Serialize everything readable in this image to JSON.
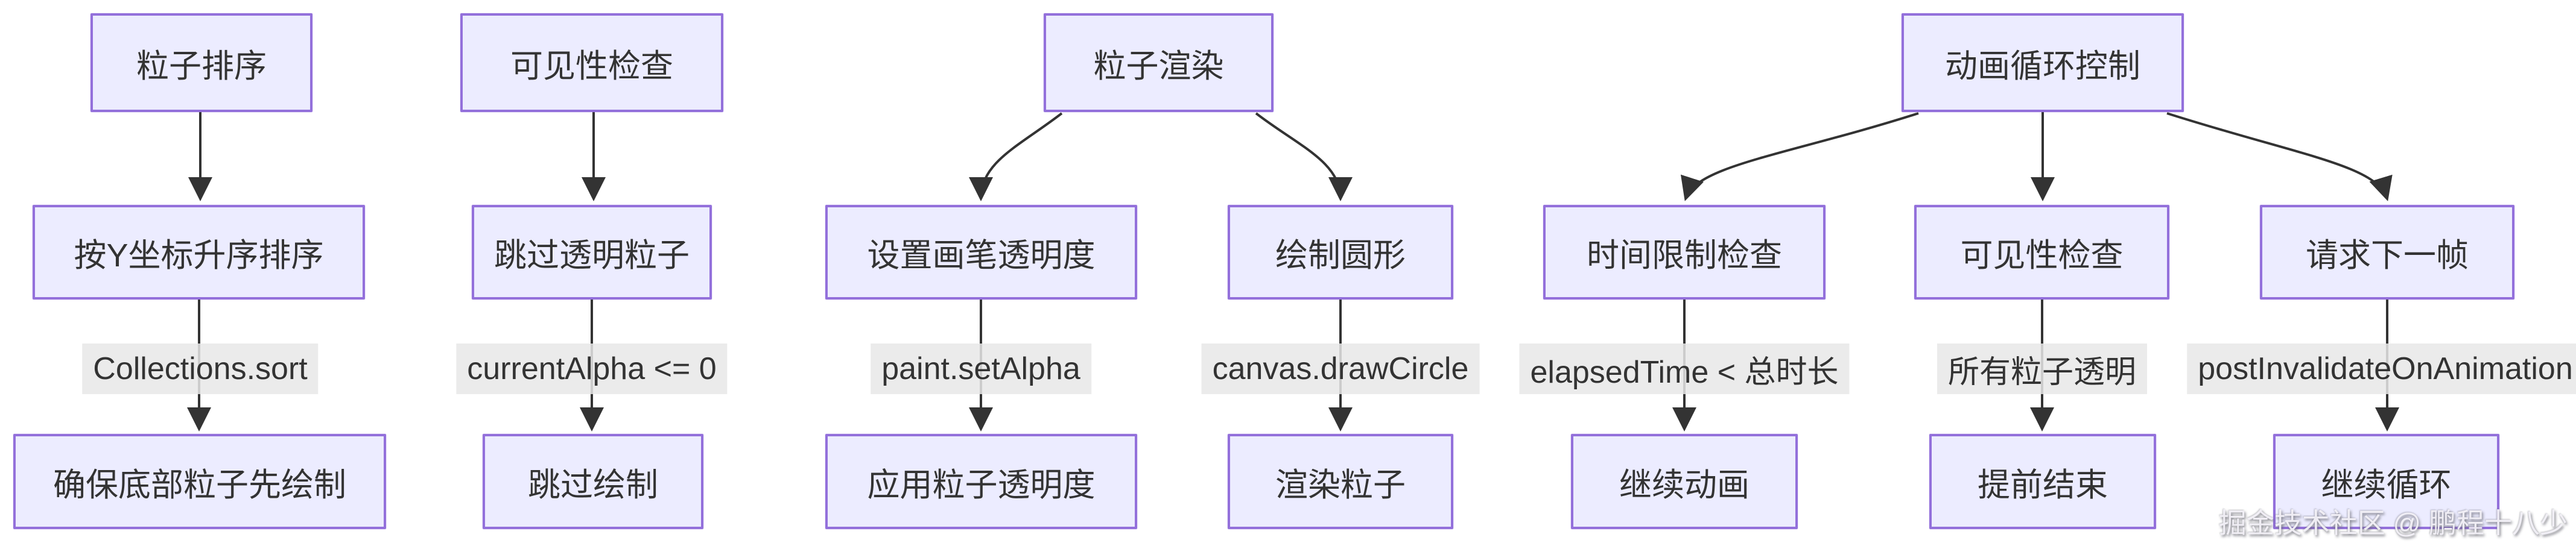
{
  "diagram": {
    "type": "flowchart",
    "direction": "top-down",
    "colors": {
      "node_fill": "#ececff",
      "node_border": "#9370db",
      "node_text": "#333333",
      "edge_line": "#333333",
      "edge_label_bg": "#e8e8e8",
      "edge_label_text": "#333333",
      "background": "#ffffff"
    },
    "nodes": [
      {
        "id": "particle-sorting",
        "label": "粒子排序"
      },
      {
        "id": "sort-by-y-ascending",
        "label": "按Y坐标升序排序"
      },
      {
        "id": "ensure-bottom-particles-drawn-first",
        "label": "确保底部粒子先绘制"
      },
      {
        "id": "visibility-check",
        "label": "可见性检查"
      },
      {
        "id": "skip-transparent-particles",
        "label": "跳过透明粒子"
      },
      {
        "id": "skip-drawing",
        "label": "跳过绘制"
      },
      {
        "id": "particle-rendering",
        "label": "粒子渲染"
      },
      {
        "id": "set-paint-alpha",
        "label": "设置画笔透明度"
      },
      {
        "id": "apply-particle-alpha",
        "label": "应用粒子透明度"
      },
      {
        "id": "draw-circle",
        "label": "绘制圆形"
      },
      {
        "id": "render-particle",
        "label": "渲染粒子"
      },
      {
        "id": "animation-loop-control",
        "label": "动画循环控制"
      },
      {
        "id": "time-limit-check",
        "label": "时间限制检查"
      },
      {
        "id": "continue-animation",
        "label": "继续动画"
      },
      {
        "id": "visibility-check-2",
        "label": "可见性检查"
      },
      {
        "id": "end-early",
        "label": "提前结束"
      },
      {
        "id": "request-next-frame",
        "label": "请求下一帧"
      },
      {
        "id": "continue-loop",
        "label": "继续循环"
      }
    ],
    "edge_labels": [
      "Collections.sort",
      "currentAlpha <= 0",
      "paint.setAlpha",
      "canvas.drawCircle",
      "elapsedTime < 总时长",
      "所有粒子透明",
      "postInvalidateOnAnimation"
    ],
    "edges": [
      {
        "from": "粒子排序",
        "to": "按Y坐标升序排序",
        "label": ""
      },
      {
        "from": "按Y坐标升序排序",
        "to": "确保底部粒子先绘制",
        "label": "Collections.sort"
      },
      {
        "from": "可见性检查",
        "to": "跳过透明粒子",
        "label": ""
      },
      {
        "from": "跳过透明粒子",
        "to": "跳过绘制",
        "label": "currentAlpha <= 0"
      },
      {
        "from": "粒子渲染",
        "to": "设置画笔透明度",
        "label": ""
      },
      {
        "from": "粒子渲染",
        "to": "绘制圆形",
        "label": ""
      },
      {
        "from": "设置画笔透明度",
        "to": "应用粒子透明度",
        "label": "paint.setAlpha"
      },
      {
        "from": "绘制圆形",
        "to": "渲染粒子",
        "label": "canvas.drawCircle"
      },
      {
        "from": "动画循环控制",
        "to": "时间限制检查",
        "label": ""
      },
      {
        "from": "动画循环控制",
        "to": "可见性检查",
        "label": ""
      },
      {
        "from": "动画循环控制",
        "to": "请求下一帧",
        "label": ""
      },
      {
        "from": "时间限制检查",
        "to": "继续动画",
        "label": "elapsedTime < 总时长"
      },
      {
        "from": "可见性检查",
        "to": "提前结束",
        "label": "所有粒子透明"
      },
      {
        "from": "请求下一帧",
        "to": "继续循环",
        "label": "postInvalidateOnAnimation"
      }
    ]
  },
  "watermark": {
    "text": "掘金技术社区 @ 鹏程十八少"
  }
}
